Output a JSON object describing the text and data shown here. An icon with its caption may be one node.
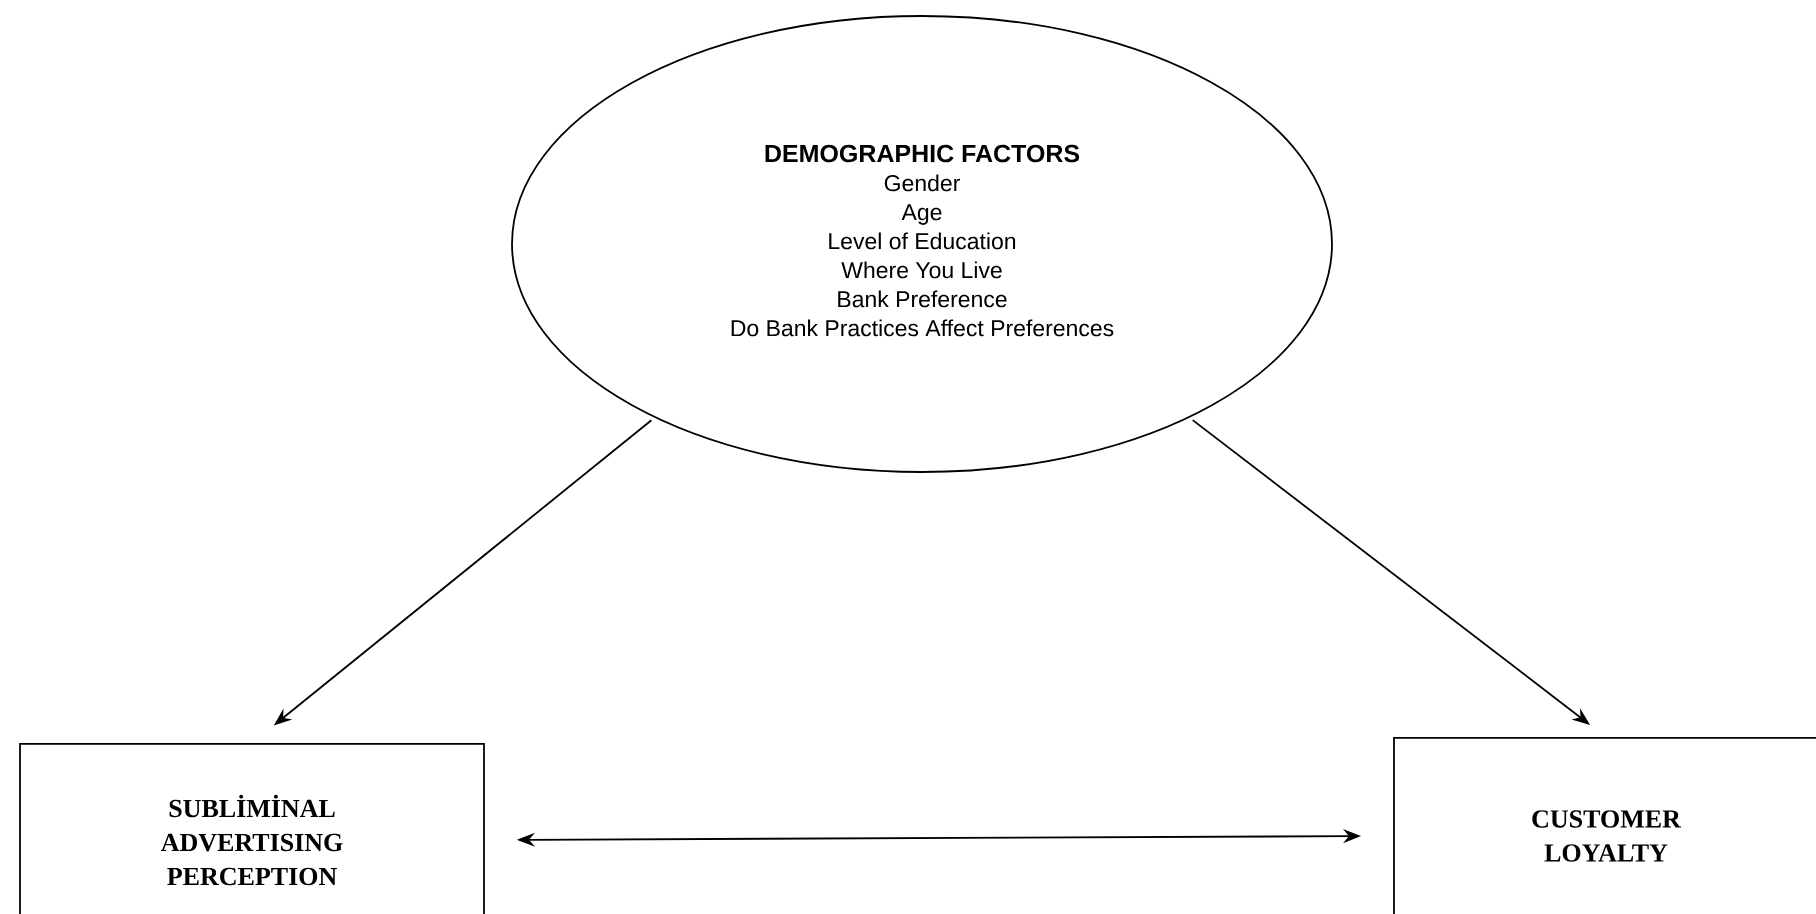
{
  "diagram": {
    "nodes": [
      {
        "text": [
          "DEMOGRAPHIC FACTORS",
          "Gender",
          "Age",
          "Level of Education",
          "Where You Live",
          "Bank Preference",
          "Do Bank Practices Affect Preferences"
        ]
      },
      {
        "text": [
          "SUBLİMİNAL ADVERTISING PERCEPTION"
        ]
      },
      {
        "text": [
          "CUSTOMER LOYALTY"
        ]
      }
    ],
    "edges": [
      {
        "from": 0,
        "to": 1,
        "arrow": "to"
      },
      {
        "from": 0,
        "to": 2,
        "arrow": "to"
      },
      {
        "from": 1,
        "to": 2,
        "arrow": "both"
      }
    ]
  }
}
